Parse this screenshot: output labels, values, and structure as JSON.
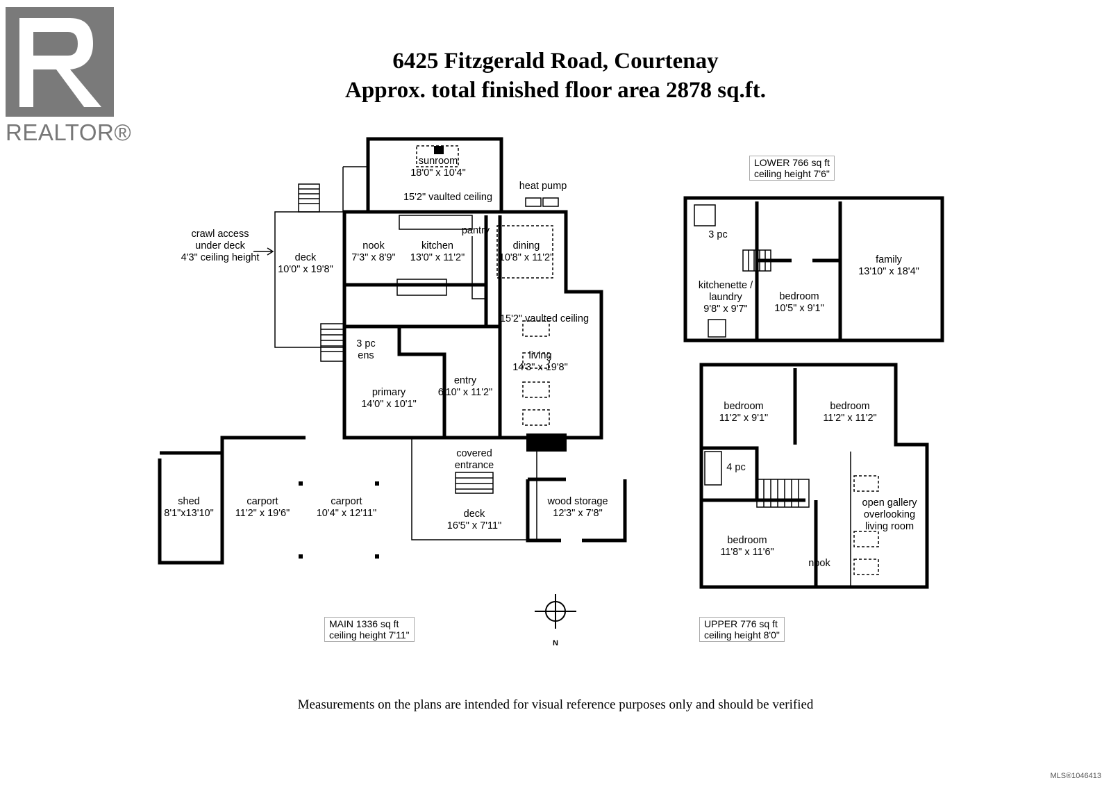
{
  "header": {
    "address": "6425 Fitzgerald Road, Courtenay",
    "total_area": "Approx. total finished floor area 2878 sq.ft."
  },
  "logo": {
    "text": "REALTOR®",
    "icon": "realtor-r-logo-icon"
  },
  "floors": {
    "main": {
      "name_area": "MAIN   1336 sq ft",
      "ceiling": "ceiling height 7'11\""
    },
    "lower": {
      "name_area": "LOWER   766 sq ft",
      "ceiling": "ceiling height 7'6\""
    },
    "upper": {
      "name_area": "UPPER   776 sq ft",
      "ceiling": "ceiling height 8'0\""
    }
  },
  "main_rooms": {
    "sunroom": [
      "sunroom",
      "18'0\" x 10'4\""
    ],
    "sunroom_vault": "15'2\" vaulted ceiling",
    "heat_pump": "heat pump",
    "crawl": [
      "crawl access",
      "under deck",
      "4'3\" ceiling height"
    ],
    "deck_west": [
      "deck",
      "10'0\" x 19'8\""
    ],
    "nook": [
      "nook",
      "7'3\" x 8'9\""
    ],
    "kitchen": [
      "kitchen",
      "13'0\" x 11'2\""
    ],
    "pantry": "pantry",
    "dining": [
      "dining",
      "10'8\" x 11'2\""
    ],
    "living_vault": "15'2\" vaulted ceiling",
    "living": [
      "living",
      "14'3\" x 19'8\""
    ],
    "ensuite": [
      "3 pc",
      "ens"
    ],
    "entry": [
      "entry",
      "6'10\" x 11'2\""
    ],
    "primary": [
      "primary",
      "14'0\" x 10'1\""
    ],
    "covered": [
      "covered",
      "entrance"
    ],
    "shed": [
      "shed",
      "8'1\"x13'10\""
    ],
    "carport1": [
      "carport",
      "11'2\" x 19'6\""
    ],
    "carport2": [
      "carport",
      "10'4\" x 12'11\""
    ],
    "deck_south": [
      "deck",
      "16'5\" x 7'11\""
    ],
    "wood": [
      "wood storage",
      "12'3\" x 7'8\""
    ]
  },
  "lower_rooms": {
    "bath": "3 pc",
    "kitchenette": [
      "kitchenette /",
      "laundry",
      "9'8\" x 9'7\""
    ],
    "bedroom": [
      "bedroom",
      "10'5\" x 9'1\""
    ],
    "family": [
      "family",
      "13'10\" x 18'4\""
    ]
  },
  "upper_rooms": {
    "bedroom1": [
      "bedroom",
      "11'2\" x 9'1\""
    ],
    "bedroom2": [
      "bedroom",
      "11'2\" x 11'2\""
    ],
    "bath": "4 pc",
    "gallery": [
      "open gallery",
      "overlooking",
      "living room"
    ],
    "bedroom3": [
      "bedroom",
      "11'8\" x 11'6\""
    ],
    "nook": "nook"
  },
  "compass": {
    "label": "N",
    "icon": "compass-icon"
  },
  "disclaimer": "Measurements on the plans are intended for visual reference purposes only and should be verified",
  "mls": "MLS®1046413"
}
